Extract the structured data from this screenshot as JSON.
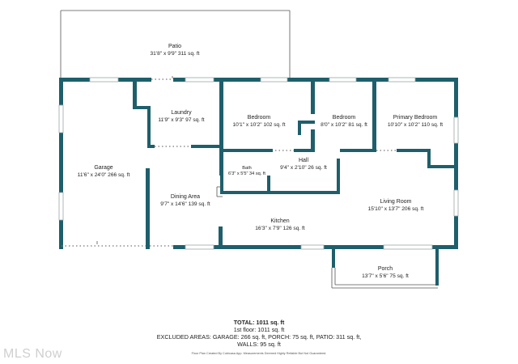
{
  "rooms": [
    {
      "id": "patio",
      "name": "Patio",
      "dims": "31'8\" x 9'9\" 311 sq. ft"
    },
    {
      "id": "laundry",
      "name": "Laundry",
      "dims": "11'9\" x 9'3\" 97 sq. ft"
    },
    {
      "id": "bedroom1",
      "name": "Bedroom",
      "dims": "10'1\" x 10'2\" 102 sq. ft"
    },
    {
      "id": "bedroom2",
      "name": "Bedroom",
      "dims": "8'0\" x 10'2\" 81 sq. ft"
    },
    {
      "id": "primary_bedroom",
      "name": "Primary Bedroom",
      "dims": "10'10\" x 10'2\" 110 sq. ft"
    },
    {
      "id": "garage",
      "name": "Garage",
      "dims": "11'6\" x 24'0\" 266 sq. ft"
    },
    {
      "id": "hall",
      "name": "Hall",
      "dims": "9'4\" x 2'10\" 26 sq. ft"
    },
    {
      "id": "bath",
      "name": "Bath",
      "dims": "6'3\" x 5'5\" 34 sq. ft"
    },
    {
      "id": "dining_area",
      "name": "Dining Area",
      "dims": "9'7\" x 14'6\" 139 sq. ft"
    },
    {
      "id": "living_room",
      "name": "Living Room",
      "dims": "15'10\" x 13'7\" 206 sq. ft"
    },
    {
      "id": "kitchen",
      "name": "Kitchen",
      "dims": "16'3\" x 7'9\" 126 sq. ft"
    },
    {
      "id": "porch",
      "name": "Porch",
      "dims": "13'7\" x 5'6\" 75 sq. ft"
    }
  ],
  "summary": {
    "total": "TOTAL: 1011 sq. ft",
    "floor": "1st floor: 1011 sq. ft",
    "excluded": "EXCLUDED AREAS: GARAGE: 266 sq. ft, PORCH: 75 sq. ft, PATIO: 311 sq. ft,",
    "walls": "WALLS: 95 sq. ft"
  },
  "credit": "Floor Plan Created By Cubicasa App. Measurements Deemed Highly Reliable But Not Guaranteed.",
  "watermark": "MLS Now",
  "colors": {
    "wall": "#1e5f6b",
    "text": "#222222",
    "watermark": "#cfcfcf"
  }
}
